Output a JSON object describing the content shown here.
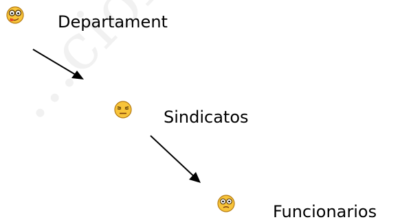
{
  "nodes": [
    {
      "label": "Departament",
      "icon": "nerd-face-icon"
    },
    {
      "label": "Sindicatos",
      "icon": "unamused-face-icon"
    },
    {
      "label": "Funcionarios",
      "icon": "flushed-face-icon"
    }
  ],
  "watermark": "…ción de Funcionarios",
  "colors": {
    "emoji_fill": "#f8c43a",
    "emoji_outline": "#b47a12",
    "arrow": "#000000",
    "text": "#000000"
  }
}
